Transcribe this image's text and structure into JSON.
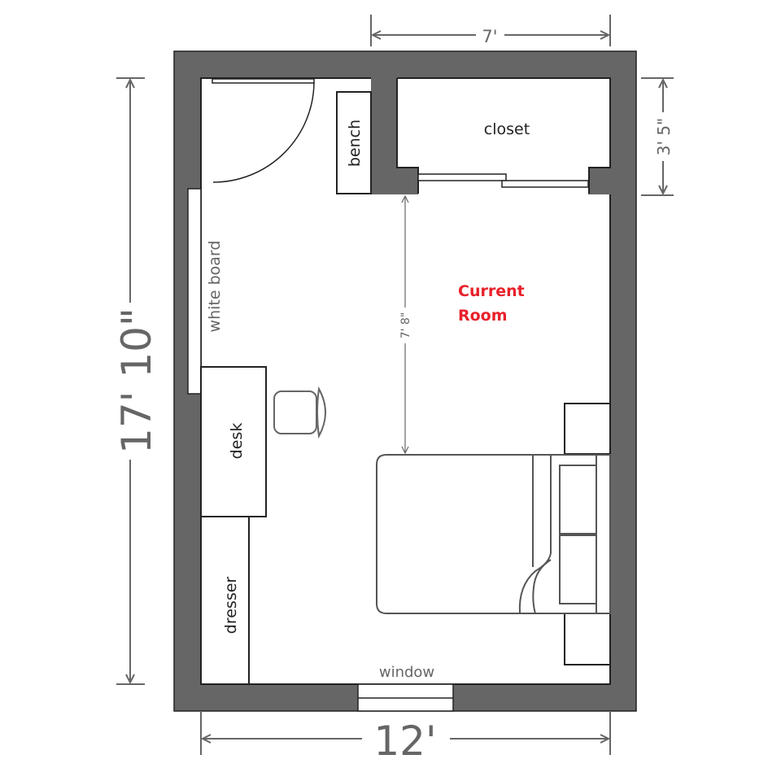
{
  "labels": {
    "closet": "closet",
    "bench": "bench",
    "white_board": "white board",
    "desk": "desk",
    "dresser": "dresser",
    "window": "window",
    "current_room": [
      "Current",
      "Room"
    ]
  },
  "dimensions": {
    "top_closet_width": "7'",
    "closet_depth": "3' 5\"",
    "room_length": "17' 10\"",
    "room_width": "12'",
    "closet_to_bed": "7' 8\""
  },
  "colors": {
    "wall": "#666666",
    "highlight": "#e8202a"
  }
}
